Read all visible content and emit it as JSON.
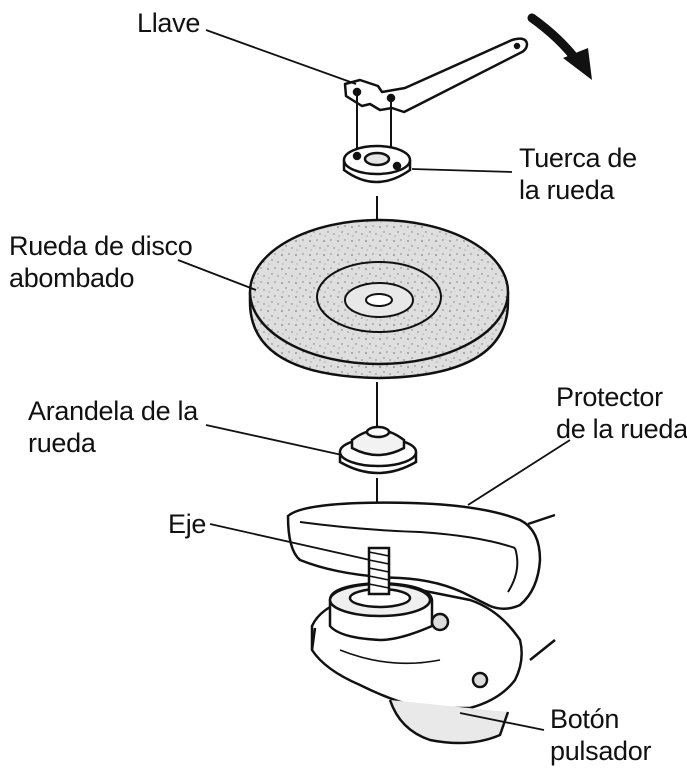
{
  "labels": {
    "llave": "Llave",
    "tuerca_l1": "Tuerca de",
    "tuerca_l2": "la rueda",
    "rueda_l1": "Rueda de disco",
    "rueda_l2": "abombado",
    "arandela_l1": "Arandela de la",
    "arandela_l2": "rueda",
    "protector_l1": "Protector",
    "protector_l2": "de la rueda",
    "eje": "Eje",
    "boton_l1": "Botón",
    "boton_l2": "pulsador"
  },
  "colors": {
    "ink": "#111111",
    "background": "#ffffff",
    "disc_fill": "#d9d9d9"
  },
  "icons": [
    "rotation-arrow-icon"
  ]
}
